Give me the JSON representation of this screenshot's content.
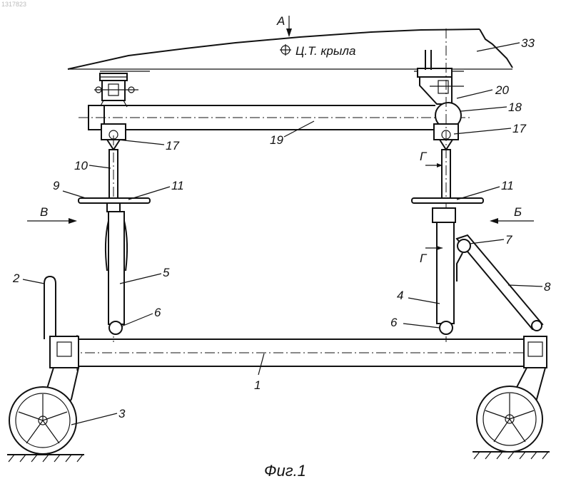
{
  "doc_id": "1317823",
  "view_marker": "А",
  "cg_label": "Ц.Т. крыла",
  "caption": "Фиг.1",
  "labels": {
    "n1": "1",
    "n2": "2",
    "n3": "3",
    "n4": "4",
    "n5": "5",
    "n6a": "6",
    "n6b": "6",
    "n7": "7",
    "n8": "8",
    "n9": "9",
    "n10": "10",
    "n11a": "11",
    "n11b": "11",
    "n17a": "17",
    "n17b": "17",
    "n18": "18",
    "n19": "19",
    "n20": "20",
    "n33": "33",
    "arrow_left": "В",
    "arrow_right": "Б",
    "section_top": "Г",
    "section_bottom": "Г"
  }
}
